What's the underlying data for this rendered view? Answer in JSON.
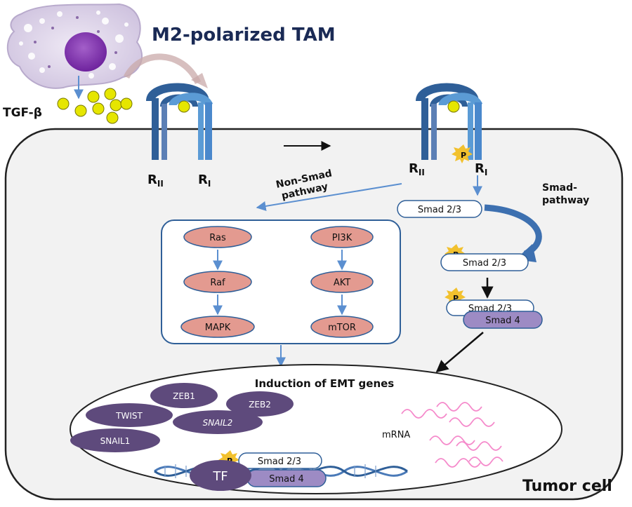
{
  "labels": {
    "tam": "M2-polarized TAM",
    "tgf": "TGF-β",
    "r2": "R",
    "r2_sub": "II",
    "r1": "R",
    "r1_sub": "I",
    "non_smad_1": "Non-Smad",
    "non_smad_2": "pathway",
    "smad_path_1": "Smad-",
    "smad_path_2": "pathway",
    "tumor_cell": "Tumor cell",
    "emt": "Induction of EMT genes",
    "mrna": "mRNA",
    "phospho": "P"
  },
  "smad": {
    "s23": "Smad 2/3",
    "s4": "Smad 4"
  },
  "kinases": {
    "ras": "Ras",
    "raf": "Raf",
    "mapk": "MAPK",
    "pi3k": "PI3K",
    "akt": "AKT",
    "mtor": "mTOR"
  },
  "tfs": {
    "zeb1": "ZEB1",
    "zeb2": "ZEB2",
    "twist": "TWIST",
    "snail2": "SNAIL2",
    "snail1": "SNAIL1",
    "tf": "TF"
  },
  "colors": {
    "receptor_dark": "#2f5f98",
    "receptor_light": "#5b9bd5",
    "tgf_ball": "#e6e600",
    "kinase_fill": "#e39a90",
    "tf_fill": "#5e4a7c",
    "smad4_fill": "#9d8bc4",
    "mrna": "#f58acb",
    "cell_fill": "#f2f2f2"
  }
}
